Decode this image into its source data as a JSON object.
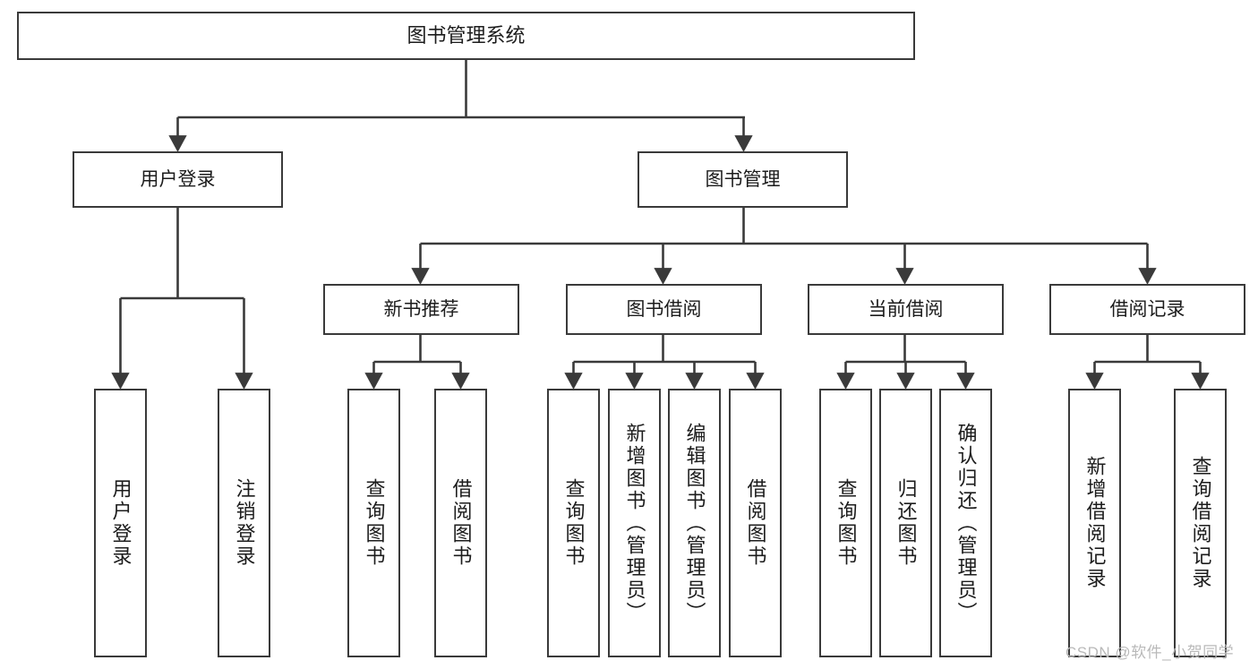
{
  "diagram": {
    "type": "tree-hierarchy-chart",
    "title": "图书管理系统",
    "root": {
      "label": "图书管理系统"
    },
    "level2": [
      {
        "label": "用户登录"
      },
      {
        "label": "图书管理"
      }
    ],
    "level3": [
      {
        "label": "新书推荐"
      },
      {
        "label": "图书借阅"
      },
      {
        "label": "当前借阅"
      },
      {
        "label": "借阅记录"
      }
    ],
    "leaves": {
      "user_login": [
        {
          "label": "用户登录"
        },
        {
          "label": "注销登录"
        }
      ],
      "new_book_recommend": [
        {
          "label": "查询图书"
        },
        {
          "label": "借阅图书"
        }
      ],
      "book_borrow": [
        {
          "label": "查询图书"
        },
        {
          "label": "新增图书（管理员）"
        },
        {
          "label": "编辑图书（管理员）"
        },
        {
          "label": "借阅图书"
        }
      ],
      "current_borrow": [
        {
          "label": "查询图书"
        },
        {
          "label": "归还图书"
        },
        {
          "label": "确认归还（管理员）"
        }
      ],
      "borrow_record": [
        {
          "label": "新增借阅记录"
        },
        {
          "label": "查询借阅记录"
        }
      ]
    },
    "watermark": "CSDN @软件_小贺同学",
    "colors": {
      "border": "#3a3a3a",
      "text": "#1c1c1c",
      "background": "#ffffff",
      "connector": "#3a3a3a",
      "watermark": "#b9b9b9"
    }
  }
}
